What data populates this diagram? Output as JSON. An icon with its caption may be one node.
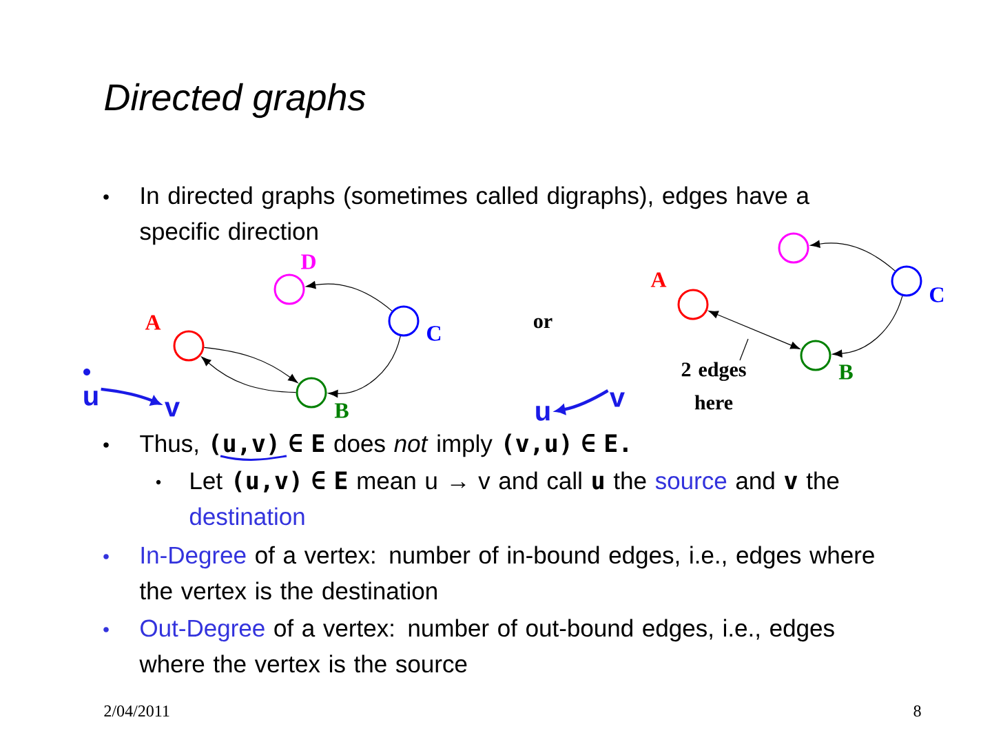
{
  "diagram": {
    "title": "Directed graphs",
    "nodes": [
      {
        "text": [
          "A"
        ]
      },
      {
        "text": [
          "B"
        ]
      },
      {
        "text": [
          "C"
        ]
      },
      {
        "text": [
          "D"
        ]
      },
      {
        "text": [
          "A"
        ]
      },
      {
        "text": [
          "B"
        ]
      },
      {
        "text": [
          "C"
        ]
      },
      {
        "text": [],
        "shape": "circle"
      },
      {
        "text": [
          "2 edges here"
        ]
      },
      {
        "text": [
          "u"
        ]
      },
      {
        "text": [
          "v"
        ]
      },
      {
        "text": [
          "u"
        ]
      },
      {
        "text": [
          "v"
        ]
      }
    ],
    "edges": [
      {
        "from": 0,
        "to": 1,
        "arrow": "to"
      },
      {
        "from": 1,
        "to": 0,
        "arrow": "to"
      },
      {
        "from": 2,
        "to": 1,
        "arrow": "to"
      },
      {
        "from": 2,
        "to": 3,
        "arrow": "to"
      },
      {
        "from": 4,
        "to": 5,
        "arrow": "both"
      },
      {
        "from": 6,
        "to": 5,
        "arrow": "to"
      },
      {
        "from": 6,
        "to": 7,
        "arrow": "to"
      },
      {
        "from": 8,
        "to": null,
        "arrow": "none"
      },
      {
        "from": 9,
        "to": 10,
        "arrow": "to",
        "style": "thick",
        "color": "#1a1ae6"
      },
      {
        "from": 12,
        "to": 11,
        "arrow": "to",
        "style": "thick",
        "color": "#1a1ae6"
      }
    ],
    "labels": [
      "In directed graphs (sometimes called digraphs), edges have a specific direction",
      "or",
      "Thus,",
      "(u,v) ∈ E",
      "does *not* imply",
      "(v,u) ∈ E.",
      "Let",
      "(u,v) ∈ E",
      "mean u → v and call",
      "u",
      "the",
      "source",
      "and",
      "v",
      "the",
      "destination",
      "In-Degree",
      "of a vertex: number of in-bound edges, i.e., edges where the vertex is the destination",
      "Out-Degree",
      "of a vertex: number of out-bound edges, i.e., edges where the vertex is the source",
      "2/04/2011",
      "8"
    ]
  }
}
